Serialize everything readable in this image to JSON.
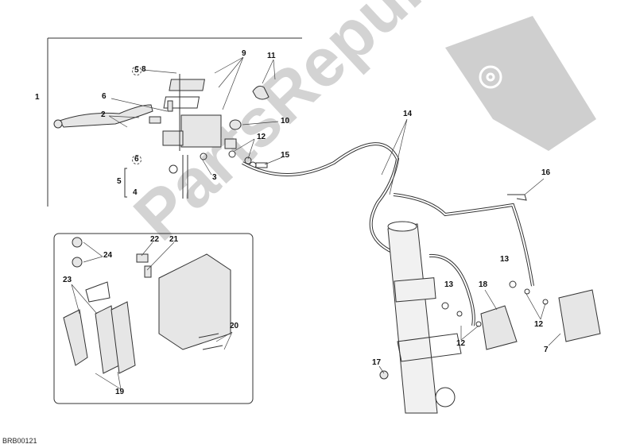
{
  "watermark": "PartsRepublik",
  "diagram_code": "BRB00121",
  "callouts": [
    "1",
    "2",
    "3",
    "4",
    "5",
    "5",
    "8",
    "6",
    "6",
    "9",
    "10",
    "11",
    "12",
    "15",
    "14",
    "16",
    "13",
    "13",
    "18",
    "12",
    "12",
    "7",
    "17",
    "22",
    "21",
    "24",
    "23",
    "20",
    "19"
  ],
  "colors": {
    "line": "#333333",
    "part_fill": "#e6e6e6",
    "watermark": "#cfcfcf"
  }
}
